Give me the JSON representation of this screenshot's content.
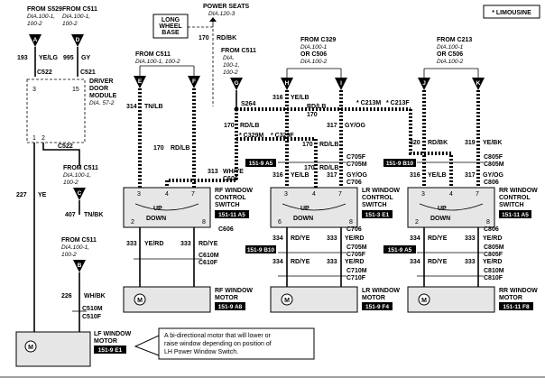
{
  "legend_note": "* LIMOUSINE",
  "power_seats": {
    "label": "POWER SEATS",
    "ref": "DIA.120-3"
  },
  "long_wheel_base": {
    "line1": "LONG",
    "line2": "WHEEL",
    "line3": "BASE"
  },
  "sources": {
    "s529": {
      "from": "FROM S529",
      "ref1": "DIA.100-1,",
      "ref2": "100-2"
    },
    "c511_a": {
      "from": "FROM C511",
      "ref1": "DIA.100-1,",
      "ref2": "100-2"
    },
    "c511_e": {
      "from": "FROM C511",
      "ref1": "DIA.100-1, 100-2"
    },
    "c511_g": {
      "from": "FROM C511",
      "ref1": "DIA.",
      "ref2": "100-1,",
      "ref3": "100-2"
    },
    "c329": {
      "from": "FROM C329",
      "ref1": "DIA.100-1",
      "or": "OR C506",
      "ref2": "DIA.100-2"
    },
    "c213": {
      "from": "FROM C213",
      "ref1": "DIA.100-1",
      "or": "OR C506",
      "ref2": "DIA.100-2"
    },
    "c511_c": {
      "from": "FROM C511",
      "ref1": "DIA.100-1,",
      "ref2": "100-2"
    },
    "c511_b": {
      "from": "FROM C511",
      "ref1": "DIA.100-1,",
      "ref2": "100-2"
    }
  },
  "pins": {
    "A": "A",
    "D": "D",
    "E": "E",
    "F": "F",
    "G": "G",
    "H": "H",
    "I": "I",
    "J": "J",
    "K": "K",
    "C": "C",
    "B": "B"
  },
  "wires": {
    "w193": "193",
    "w193c": "YE/LG",
    "w995": "995",
    "w995c": "GY",
    "w314": "314",
    "w314c": "TN/LB",
    "w170a": "170",
    "w170ac": "RD/BK",
    "w316a": "316",
    "w316ac": "YE/LB",
    "w170b": "170",
    "w170bc": "RD/LB",
    "w317a": "317",
    "w317ac": "GY/OG",
    "w170c": "170",
    "w170cc": "RD/LB",
    "w170d": "170",
    "w170dc": "RD/LB",
    "w313": "313",
    "w313c": "WH/YE",
    "w170e": "170",
    "w170ec": "RD/LB",
    "w316b": "316",
    "w316bc": "YE/LB",
    "w317b": "317",
    "w317bc": "GY/OG",
    "w170f": "170",
    "w170fc": "RD/LB",
    "w320": "320",
    "w320c": "RD/BK",
    "w319": "319",
    "w319c": "YE/BK",
    "w316c": "316",
    "w316cc": "YE/LB",
    "w317c": "317",
    "w317cc": "GY/OG",
    "w227": "227",
    "w227c": "YE",
    "w407": "407",
    "w407c": "TN/BK",
    "w226": "226",
    "w226c": "WH/BK",
    "w333a": "333",
    "w333ac": "YE/RD",
    "w333b": "333",
    "w333bc": "RD/YE",
    "w334a": "334",
    "w334ac": "RD/YE",
    "w333c": "333",
    "w333cc": "YE/RD",
    "w334b": "334",
    "w334bc": "RD/YE",
    "w333d": "333",
    "w333dc": "YE/RD",
    "w334c": "334",
    "w334cc": "RD/YE",
    "w333e": "333",
    "w333ec": "YE/RD",
    "w334d": "334",
    "w334dc": "RD/YE",
    "w333f": "333",
    "w333fc": "YE/RD"
  },
  "connectors": {
    "c522a": "C522",
    "c521": "C521",
    "c522b": "C522",
    "c606a": "C606",
    "c606b": "C606",
    "c610m": "C610M",
    "c610f": "C610F",
    "s264": "S264",
    "c329m": "* C329M",
    "c329f": "* C329F",
    "c213m": "* C213M",
    "c213f": "* C213F",
    "c705f": "C705F",
    "c705m": "C705M",
    "c706a": "C706",
    "c706b": "C706",
    "c705m2": "C705M",
    "c705f2": "C705F",
    "c710m": "C710M",
    "c710f": "C710F",
    "c805f": "C805F",
    "c805m": "C805M",
    "c806a": "C806",
    "c806b": "C806",
    "c805m2": "C805M",
    "c805f2": "C805F",
    "c810m": "C810M",
    "c810f": "C810F",
    "c510m": "C510M",
    "c510f": "C510F"
  },
  "components": {
    "ddm": {
      "line1": "DRIVER",
      "line2": "DOOR",
      "line3": "MODULE",
      "ref": "DIA. 57-2",
      "pin3": "3",
      "pin15": "15",
      "pin1": "1",
      "pin2": "2"
    },
    "rf_switch": {
      "line1": "RF WINDOW",
      "line2": "CONTROL",
      "line3": "SWITCH",
      "cell": "151-11 A5",
      "up": "UP",
      "down": "DOWN",
      "p3": "3",
      "p4": "4",
      "p7": "7",
      "p2": "2",
      "p8": "8"
    },
    "lr_switch": {
      "line1": "LR WINDOW",
      "line2": "CONTROL",
      "line3": "SWITCH",
      "cell": "151-3 E1",
      "up": "UP",
      "down": "DOWN",
      "p3": "3",
      "p4": "4",
      "p7": "7",
      "p6": "6",
      "p8": "8"
    },
    "rr_switch": {
      "line1": "RR WINDOW",
      "line2": "CONTROL",
      "line3": "SWITCH",
      "cell": "151-11 A5",
      "up": "UP",
      "down": "DOWN",
      "p3": "3",
      "p4": "4",
      "p7": "7",
      "p2": "2",
      "p8": "8"
    },
    "rf_motor": {
      "line1": "RF WINDOW",
      "line2": "MOTOR",
      "cell": "151-9 A8"
    },
    "lr_motor": {
      "line1": "LR WINDOW",
      "line2": "MOTOR",
      "cell": "151-9 F4"
    },
    "rr_motor": {
      "line1": "RR WINDOW",
      "line2": "MOTOR",
      "cell": "151-11 F8"
    },
    "lf_motor": {
      "line1": "LF WINDOW",
      "line2": "MOTOR",
      "cell": "151-9 E1"
    },
    "motor_symbol": "M"
  },
  "cell_refs": {
    "c1": "151-9 A5",
    "c2": "151-9 B10",
    "c3": "151-9 A5",
    "c4": "151-9 B10"
  },
  "callout": {
    "line1": "A bi-directional motor that will lower or",
    "line2": "raise window depending on position of",
    "line3": "LH Power Window Switch."
  }
}
